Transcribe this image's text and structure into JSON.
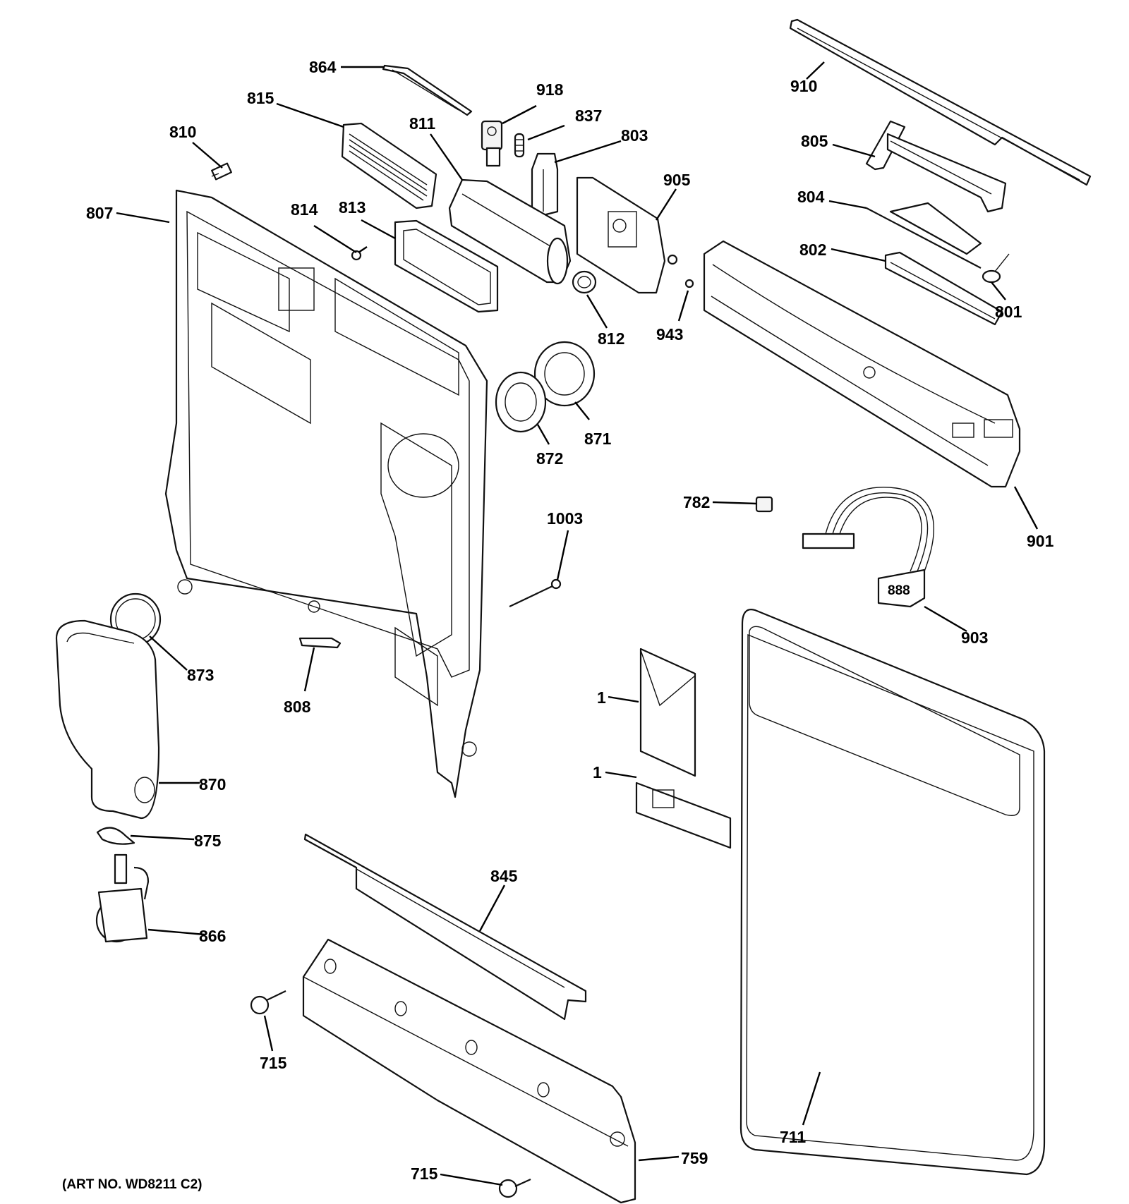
{
  "art_number": "(ART NO. WD8211 C2)",
  "labels": {
    "p864": "864",
    "p918": "918",
    "p837": "837",
    "p803": "803",
    "p815": "815",
    "p811": "811",
    "p810": "810",
    "p807": "807",
    "p814": "814",
    "p813": "813",
    "p905": "905",
    "p910": "910",
    "p805": "805",
    "p804": "804",
    "p802": "802",
    "p801": "801",
    "p943": "943",
    "p812": "812",
    "p871": "871",
    "p872": "872",
    "p1003": "1003",
    "p782": "782",
    "p901": "901",
    "p903": "903",
    "p873": "873",
    "p808": "808",
    "p870": "870",
    "p875": "875",
    "p866": "866",
    "p845": "845",
    "p715a": "715",
    "p715b": "715",
    "p759": "759",
    "p711": "711",
    "p1a": "1",
    "p1b": "1"
  },
  "colors": {
    "line": "#111111",
    "background": "#ffffff"
  }
}
